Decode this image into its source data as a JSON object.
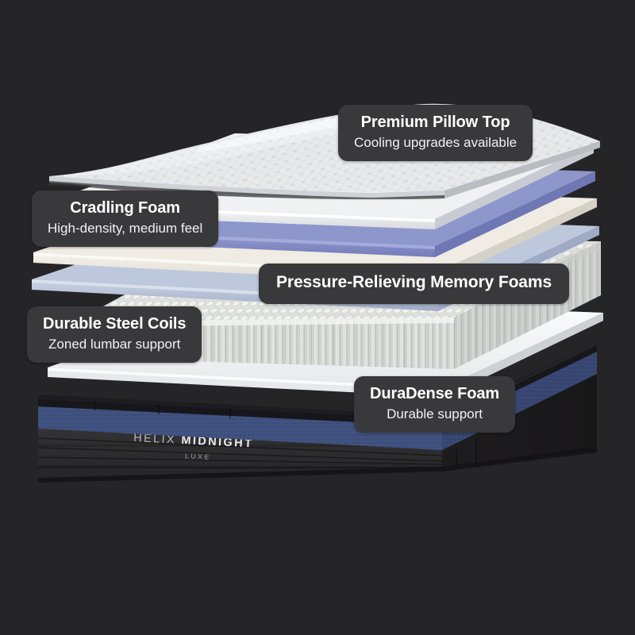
{
  "scene": {
    "background_color": "#252426",
    "product": "Exploded mattress layer diagram"
  },
  "brand": {
    "name_light": "HELIX",
    "name_bold": "MIDNIGHT",
    "tier": "LUXE"
  },
  "callouts": [
    {
      "id": "pillow-top",
      "title": "Premium Pillow Top",
      "subtitle": "Cooling upgrades available"
    },
    {
      "id": "cradling-foam",
      "title": "Cradling Foam",
      "subtitle": "High-density, medium feel"
    },
    {
      "id": "memory-foams",
      "title": "Pressure-Relieving Memory Foams",
      "subtitle": ""
    },
    {
      "id": "steel-coils",
      "title": "Durable Steel Coils",
      "subtitle": "Zoned lumbar support"
    },
    {
      "id": "duradense-foam",
      "title": "DuraDense Foam",
      "subtitle": "Durable support"
    }
  ],
  "layers": [
    {
      "name": "Premium Pillow Top",
      "color": "#e9eaec"
    },
    {
      "name": "Cradling Foam",
      "color": "#f2f3f4"
    },
    {
      "name": "Memory Foam (periwinkle)",
      "color": "#8a93cc"
    },
    {
      "name": "Memory Foam (cream)",
      "color": "#efece6"
    },
    {
      "name": "Transition Foam (blue-grey)",
      "color": "#c2cade"
    },
    {
      "name": "Durable Steel Coils",
      "color": "#d6d8d4"
    },
    {
      "name": "DuraDense Foam",
      "color": "#f4f5f6"
    },
    {
      "name": "Blue Knit Band",
      "color": "#3e4f7a"
    },
    {
      "name": "Charcoal Base",
      "color": "#262527"
    }
  ],
  "colors": {
    "background": "#252426",
    "callout_bg": "#39383a",
    "callout_text": "#ffffff",
    "periwinkle_foam": "#8a93cc",
    "blue_band": "#3e4f7a",
    "base_charcoal": "#262527"
  }
}
